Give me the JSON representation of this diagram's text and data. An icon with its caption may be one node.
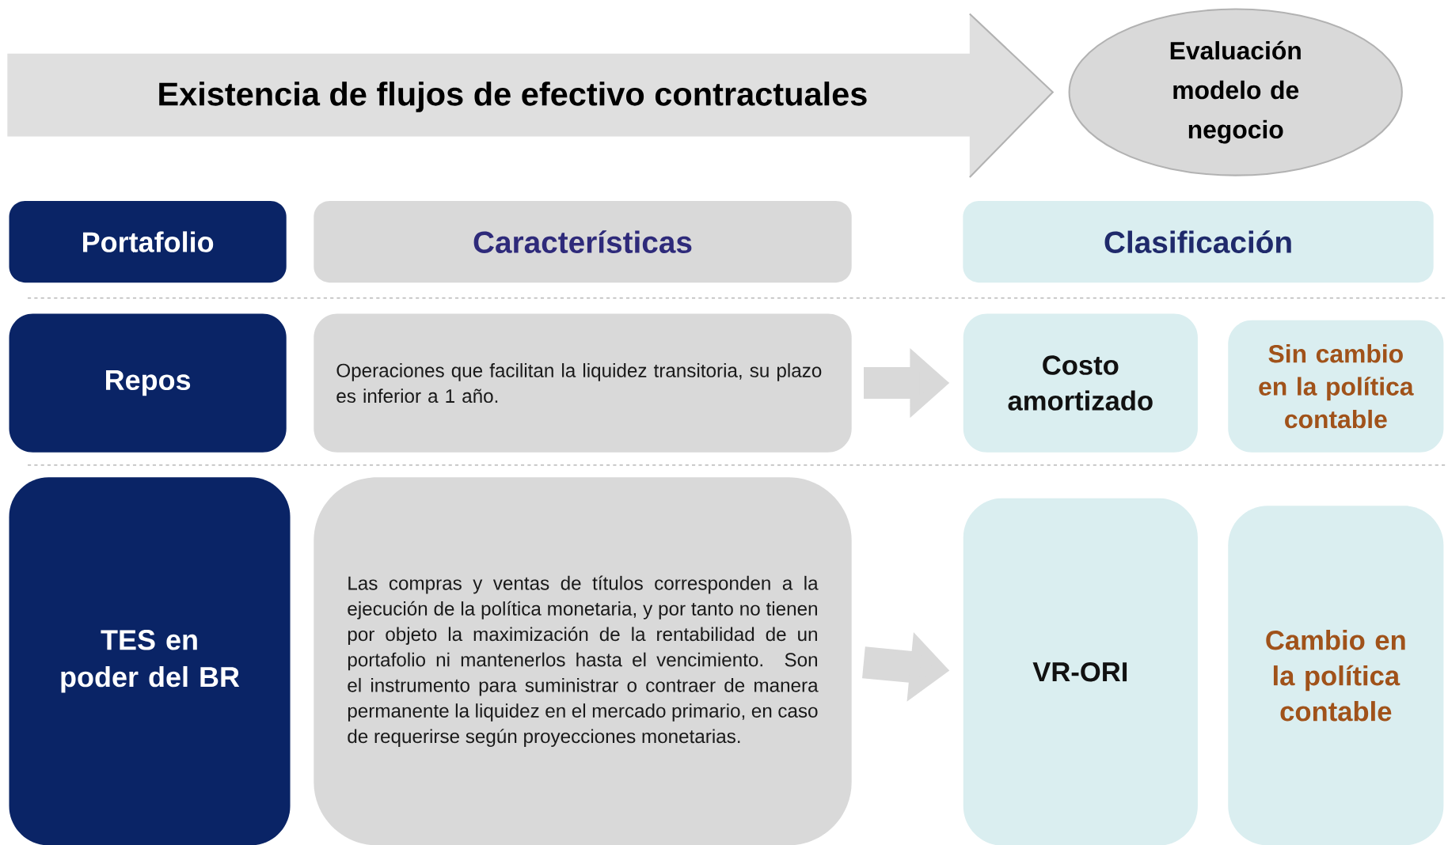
{
  "diagram": {
    "nodes": [
      {
        "text": [
          "Existencia de flujos de efectivo contractuales"
        ]
      },
      {
        "text": [
          "Evaluación modelo de negocio"
        ]
      },
      {
        "text": [
          "Portafolio"
        ]
      },
      {
        "text": [
          "Características"
        ]
      },
      {
        "text": [
          "Clasificación"
        ]
      },
      {
        "text": [
          "Repos"
        ]
      },
      {
        "text": [
          "Operaciones que facilitan la liquidez transitoria, su plazo es inferior a 1 año."
        ]
      },
      {
        "text": [
          "Costo amortizado"
        ]
      },
      {
        "text": [
          "Sin cambio en la política contable"
        ]
      },
      {
        "text": [
          "TES en poder del BR"
        ]
      },
      {
        "text": [
          "Las compras y ventas de títulos corresponden a la ejecución de la política monetaria, y por tanto no tienen por objeto la maximización de la rentabilidad de un portafolio ni mantenerlos hasta el vencimiento. Son el instrumento para suministrar o contraer de manera permanente la liquidez en el mercado primario, en caso de requerirse según proyecciones monetarias."
        ]
      },
      {
        "text": [
          "VR-ORI"
        ]
      },
      {
        "text": [
          "Cambio en la política contable"
        ]
      }
    ],
    "edges": [
      {
        "from": 6,
        "to": 7,
        "arrow": "to"
      },
      {
        "from": 10,
        "to": 11,
        "arrow": "to"
      }
    ]
  }
}
